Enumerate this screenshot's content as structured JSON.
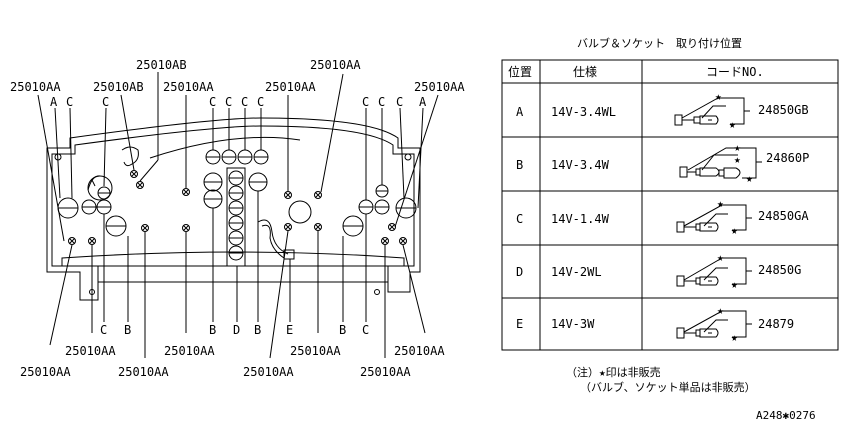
{
  "cluster": {
    "top_labels": [
      {
        "id": "t1",
        "text": "25010AA"
      },
      {
        "id": "t2",
        "text": "A"
      },
      {
        "id": "t3",
        "text": "C"
      },
      {
        "id": "t4",
        "text": "C"
      },
      {
        "id": "t5",
        "text": "25010AB"
      },
      {
        "id": "t6",
        "text": "25010AB"
      },
      {
        "id": "t7",
        "text": "25010AA"
      },
      {
        "id": "t8",
        "text": "C"
      },
      {
        "id": "t9",
        "text": "C"
      },
      {
        "id": "t10",
        "text": "C"
      },
      {
        "id": "t11",
        "text": "C"
      },
      {
        "id": "t12",
        "text": "25010AA"
      },
      {
        "id": "t13",
        "text": "25010AA"
      },
      {
        "id": "t14",
        "text": "C"
      },
      {
        "id": "t15",
        "text": "C"
      },
      {
        "id": "t16",
        "text": "C"
      },
      {
        "id": "t17",
        "text": "A"
      },
      {
        "id": "t18",
        "text": "25010AA"
      }
    ],
    "bottom_labels": [
      {
        "id": "b1",
        "text": "C"
      },
      {
        "id": "b2",
        "text": "B"
      },
      {
        "id": "b3",
        "text": "B"
      },
      {
        "id": "b4",
        "text": "D"
      },
      {
        "id": "b5",
        "text": "B"
      },
      {
        "id": "b6",
        "text": "E"
      },
      {
        "id": "b7",
        "text": "B"
      },
      {
        "id": "b8",
        "text": "C"
      },
      {
        "id": "b9",
        "text": "25010AA"
      },
      {
        "id": "b10",
        "text": "25010AA"
      },
      {
        "id": "b11",
        "text": "25010AA"
      },
      {
        "id": "b12",
        "text": "25010AA"
      },
      {
        "id": "b13",
        "text": "25010AA"
      },
      {
        "id": "b14",
        "text": "25010AA"
      },
      {
        "id": "b15",
        "text": "25010AA"
      },
      {
        "id": "b16",
        "text": "25010AA"
      }
    ]
  },
  "table": {
    "title": "バルブ＆ソケット　取り付け位置",
    "headers": [
      "位置",
      "仕様",
      "コードNO."
    ],
    "rows": [
      {
        "pos": "A",
        "spec": "14V-3.4WL",
        "code": "24850GB"
      },
      {
        "pos": "B",
        "spec": "14V-3.4W",
        "code": "24860P"
      },
      {
        "pos": "C",
        "spec": "14V-1.4W",
        "code": "24850GA"
      },
      {
        "pos": "D",
        "spec": "14V-2WL",
        "code": "24850G"
      },
      {
        "pos": "E",
        "spec": "14V-3W",
        "code": "24879"
      }
    ]
  },
  "note": {
    "line1": "（注）★印は非販売",
    "line2": "（バルブ、ソケット単品は非販売）"
  },
  "figure_id": "A248✱0276"
}
